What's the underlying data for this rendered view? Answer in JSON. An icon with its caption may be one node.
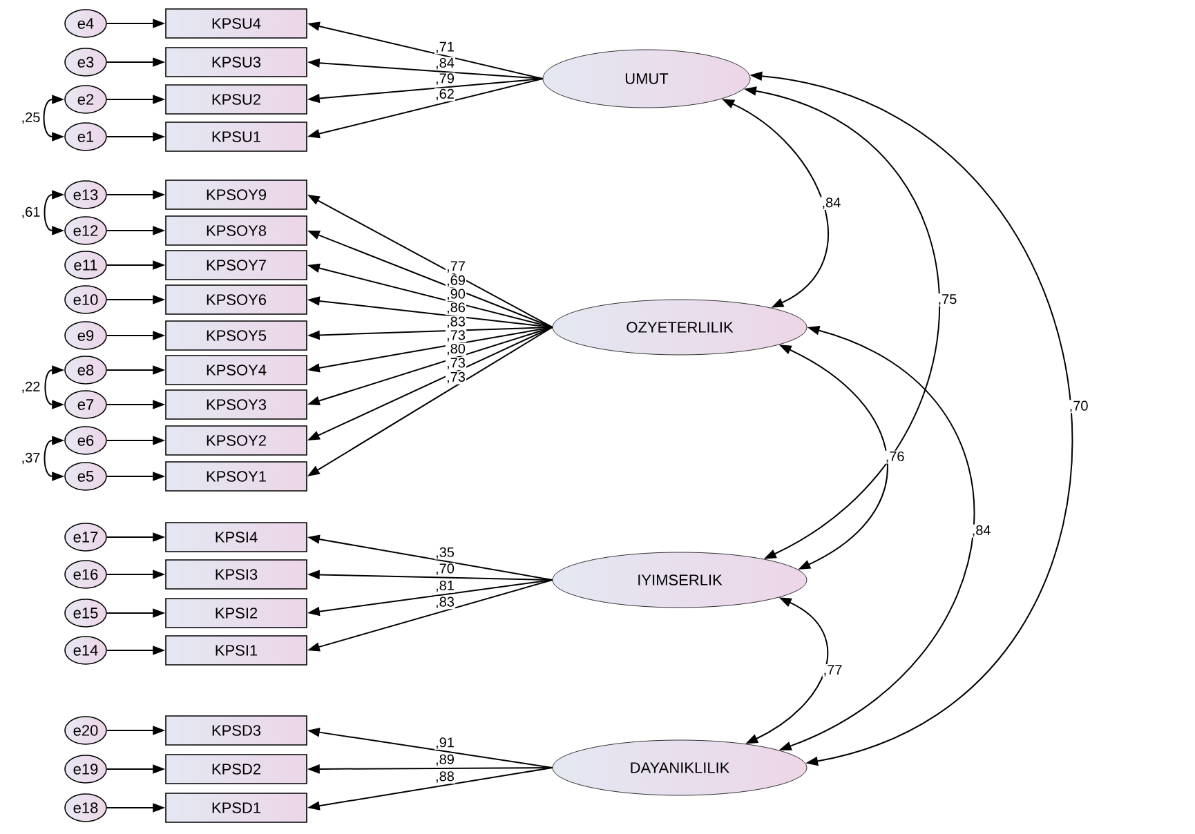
{
  "diagram": {
    "nodes": [
      {
        "text": [
          "UMUT"
        ]
      },
      {
        "text": [
          "OZYETERLILIK"
        ]
      },
      {
        "text": [
          "IYIMSERLIK"
        ]
      },
      {
        "text": [
          "DAYANIKLILIK"
        ]
      },
      {
        "text": [
          "KPSU4"
        ]
      },
      {
        "text": [
          "KPSU3"
        ]
      },
      {
        "text": [
          "KPSU2"
        ]
      },
      {
        "text": [
          "KPSU1"
        ]
      },
      {
        "text": [
          "KPSOY9"
        ]
      },
      {
        "text": [
          "KPSOY8"
        ]
      },
      {
        "text": [
          "KPSOY7"
        ]
      },
      {
        "text": [
          "KPSOY6"
        ]
      },
      {
        "text": [
          "KPSOY5"
        ]
      },
      {
        "text": [
          "KPSOY4"
        ]
      },
      {
        "text": [
          "KPSOY3"
        ]
      },
      {
        "text": [
          "KPSOY2"
        ]
      },
      {
        "text": [
          "KPSOY1"
        ]
      },
      {
        "text": [
          "KPSI4"
        ]
      },
      {
        "text": [
          "KPSI3"
        ]
      },
      {
        "text": [
          "KPSI2"
        ]
      },
      {
        "text": [
          "KPSI1"
        ]
      },
      {
        "text": [
          "KPSD3"
        ]
      },
      {
        "text": [
          "KPSD2"
        ]
      },
      {
        "text": [
          "KPSD1"
        ]
      },
      {
        "text": [
          "e4"
        ]
      },
      {
        "text": [
          "e3"
        ]
      },
      {
        "text": [
          "e2"
        ]
      },
      {
        "text": [
          "e1"
        ]
      },
      {
        "text": [
          "e13"
        ]
      },
      {
        "text": [
          "e12"
        ]
      },
      {
        "text": [
          "e11"
        ]
      },
      {
        "text": [
          "e10"
        ]
      },
      {
        "text": [
          "e9"
        ]
      },
      {
        "text": [
          "e8"
        ]
      },
      {
        "text": [
          "e7"
        ]
      },
      {
        "text": [
          "e6"
        ]
      },
      {
        "text": [
          "e5"
        ]
      },
      {
        "text": [
          "e17"
        ]
      },
      {
        "text": [
          "e16"
        ]
      },
      {
        "text": [
          "e15"
        ]
      },
      {
        "text": [
          "e14"
        ]
      },
      {
        "text": [
          "e20"
        ]
      },
      {
        "text": [
          "e19"
        ]
      },
      {
        "text": [
          "e18"
        ]
      }
    ],
    "edges": [
      {
        "from": 0,
        "to": 4,
        "arrow": "to",
        "label": ",71"
      },
      {
        "from": 0,
        "to": 5,
        "arrow": "to",
        "label": ",84"
      },
      {
        "from": 0,
        "to": 6,
        "arrow": "to",
        "label": ",79"
      },
      {
        "from": 0,
        "to": 7,
        "arrow": "to",
        "label": ",62"
      },
      {
        "from": 1,
        "to": 8,
        "arrow": "to",
        "label": ",77"
      },
      {
        "from": 1,
        "to": 9,
        "arrow": "to",
        "label": ",69"
      },
      {
        "from": 1,
        "to": 10,
        "arrow": "to",
        "label": ",90"
      },
      {
        "from": 1,
        "to": 11,
        "arrow": "to",
        "label": ",86"
      },
      {
        "from": 1,
        "to": 12,
        "arrow": "to",
        "label": ",83"
      },
      {
        "from": 1,
        "to": 13,
        "arrow": "to",
        "label": ",73"
      },
      {
        "from": 1,
        "to": 14,
        "arrow": "to",
        "label": ",80"
      },
      {
        "from": 1,
        "to": 15,
        "arrow": "to",
        "label": ",73"
      },
      {
        "from": 1,
        "to": 16,
        "arrow": "to",
        "label": ",73"
      },
      {
        "from": 2,
        "to": 17,
        "arrow": "to",
        "label": ",35"
      },
      {
        "from": 2,
        "to": 18,
        "arrow": "to",
        "label": ",70"
      },
      {
        "from": 2,
        "to": 19,
        "arrow": "to",
        "label": ",81"
      },
      {
        "from": 2,
        "to": 20,
        "arrow": "to",
        "label": ",83"
      },
      {
        "from": 3,
        "to": 21,
        "arrow": "to",
        "label": ",91"
      },
      {
        "from": 3,
        "to": 22,
        "arrow": "to",
        "label": ",89"
      },
      {
        "from": 3,
        "to": 23,
        "arrow": "to",
        "label": ",88"
      },
      {
        "from": 24,
        "to": 4,
        "arrow": "to"
      },
      {
        "from": 25,
        "to": 5,
        "arrow": "to"
      },
      {
        "from": 26,
        "to": 6,
        "arrow": "to"
      },
      {
        "from": 27,
        "to": 7,
        "arrow": "to"
      },
      {
        "from": 28,
        "to": 8,
        "arrow": "to"
      },
      {
        "from": 29,
        "to": 9,
        "arrow": "to"
      },
      {
        "from": 30,
        "to": 10,
        "arrow": "to"
      },
      {
        "from": 31,
        "to": 11,
        "arrow": "to"
      },
      {
        "from": 32,
        "to": 12,
        "arrow": "to"
      },
      {
        "from": 33,
        "to": 13,
        "arrow": "to"
      },
      {
        "from": 34,
        "to": 14,
        "arrow": "to"
      },
      {
        "from": 35,
        "to": 15,
        "arrow": "to"
      },
      {
        "from": 36,
        "to": 16,
        "arrow": "to"
      },
      {
        "from": 37,
        "to": 17,
        "arrow": "to"
      },
      {
        "from": 38,
        "to": 18,
        "arrow": "to"
      },
      {
        "from": 39,
        "to": 19,
        "arrow": "to"
      },
      {
        "from": 40,
        "to": 20,
        "arrow": "to"
      },
      {
        "from": 41,
        "to": 21,
        "arrow": "to"
      },
      {
        "from": 42,
        "to": 22,
        "arrow": "to"
      },
      {
        "from": 43,
        "to": 23,
        "arrow": "to"
      },
      {
        "from": 26,
        "to": 27,
        "arrow": "both",
        "label": ",25"
      },
      {
        "from": 28,
        "to": 29,
        "arrow": "both",
        "label": ",61"
      },
      {
        "from": 33,
        "to": 34,
        "arrow": "both",
        "label": ",22"
      },
      {
        "from": 35,
        "to": 36,
        "arrow": "both",
        "label": ",37"
      },
      {
        "from": 0,
        "to": 1,
        "arrow": "both",
        "label": ",84"
      },
      {
        "from": 0,
        "to": 2,
        "arrow": "both",
        "label": ",75"
      },
      {
        "from": 0,
        "to": 3,
        "arrow": "both",
        "label": ",70"
      },
      {
        "from": 1,
        "to": 2,
        "arrow": "both",
        "label": ",76"
      },
      {
        "from": 1,
        "to": 3,
        "arrow": "both",
        "label": ",84"
      },
      {
        "from": 2,
        "to": 3,
        "arrow": "both",
        "label": ",77"
      }
    ]
  }
}
